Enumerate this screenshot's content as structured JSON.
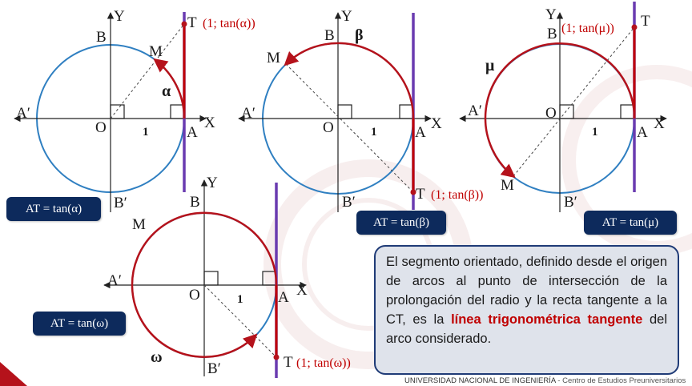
{
  "colors": {
    "circle": "#2f7fc1",
    "arc": "#b5121b",
    "tangent_segment": "#c00000",
    "tangent_line": "#6a3bb0",
    "badge_bg": "#0d2a5c",
    "info_bg": "#dfe3eb",
    "info_border": "#1f3b77",
    "highlight": "#c00000"
  },
  "points": {
    "A": "A",
    "A_prime": "A′",
    "B": "B",
    "B_prime": "B′",
    "O": "O",
    "M": "M",
    "T": "T",
    "X": "X",
    "Y": "Y",
    "one": "1"
  },
  "figures": {
    "alpha": {
      "greek": "α",
      "t_coord": "(1; tan(α))",
      "formula": "AT = tan(α)"
    },
    "beta": {
      "greek": "β",
      "t_coord": "(1; tan(β))",
      "formula": "AT = tan(β)"
    },
    "mu": {
      "greek": "μ",
      "t_coord": "(1; tan(μ))",
      "formula": "AT = tan(μ)"
    },
    "omega": {
      "greek": "ω",
      "t_coord": "(1; tan(ω))",
      "formula": "AT = tan(ω)"
    }
  },
  "info": {
    "text_before": "El segmento orientado, definido desde el origen de arcos al punto de intersección de la prolongación del radio y la recta tangente a la CT, es la ",
    "highlight": "línea trigonométrica tangente",
    "text_after": " del arco considerado."
  },
  "footer": {
    "university": "UNIVERSIDAD NACIONAL DE INGENIERÍA",
    "department": " - Centro de Estudios Preuniversitarios"
  }
}
